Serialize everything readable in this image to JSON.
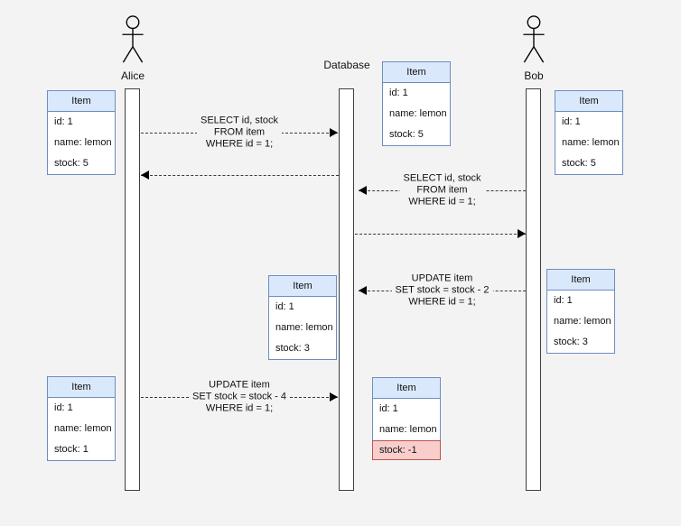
{
  "colors": {
    "canvas_bg": "#f3f3f3",
    "box_header_bg": "#dae8fc",
    "box_border": "#6c8ebf",
    "box_body_bg": "#ffffff",
    "alert_row_bg": "#f8cecc",
    "alert_row_border": "#b85450",
    "line_color": "#3a3a3a"
  },
  "actors": {
    "alice": {
      "label": "Alice"
    },
    "database": {
      "label": "Database"
    },
    "bob": {
      "label": "Bob"
    }
  },
  "messages": {
    "alice_select": {
      "lines": [
        "SELECT id, stock",
        "FROM item",
        "WHERE id = 1;"
      ]
    },
    "bob_select": {
      "lines": [
        "SELECT id, stock",
        "FROM item",
        "WHERE id = 1;"
      ]
    },
    "bob_update": {
      "lines": [
        "UPDATE item",
        "SET stock = stock - 2",
        "WHERE id = 1;"
      ]
    },
    "alice_update": {
      "lines": [
        "UPDATE item",
        "SET stock = stock - 4",
        "WHERE id = 1;"
      ]
    }
  },
  "item_boxes": {
    "alice_read": {
      "title": "Item",
      "rows": [
        "id: 1",
        "name: lemon",
        "stock: 5"
      ]
    },
    "db_initial": {
      "title": "Item",
      "rows": [
        "id: 1",
        "name: lemon",
        "stock: 5"
      ]
    },
    "bob_read": {
      "title": "Item",
      "rows": [
        "id: 1",
        "name: lemon",
        "stock: 5"
      ]
    },
    "db_after_bob_update": {
      "title": "Item",
      "rows": [
        "id: 1",
        "name: lemon",
        "stock: 3"
      ]
    },
    "bob_after_update": {
      "title": "Item",
      "rows": [
        "id: 1",
        "name: lemon",
        "stock: 3"
      ]
    },
    "alice_after_update": {
      "title": "Item",
      "rows": [
        "id: 1",
        "name: lemon",
        "stock: 1"
      ]
    },
    "db_final": {
      "title": "Item",
      "rows": [
        "id: 1",
        "name: lemon"
      ],
      "alert_row": "stock: -1"
    }
  }
}
